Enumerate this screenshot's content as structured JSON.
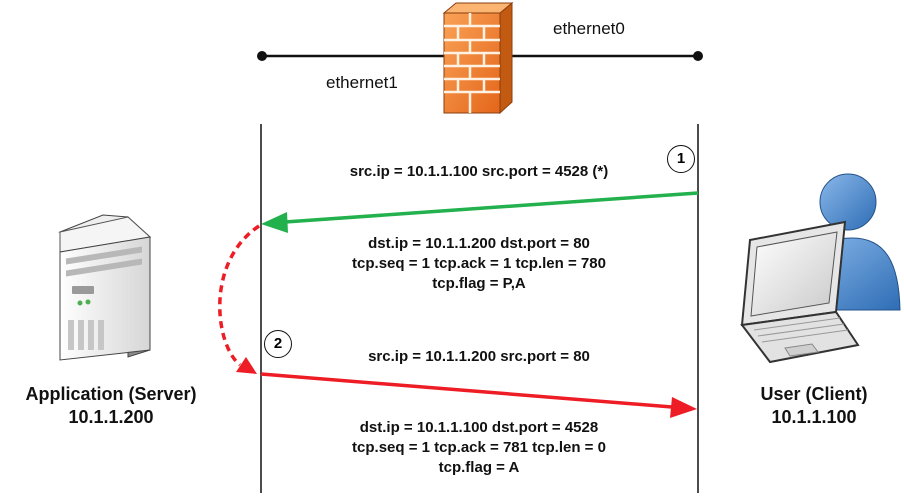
{
  "network": {
    "iface_left": "ethernet1",
    "iface_right": "ethernet0"
  },
  "hosts": {
    "server": {
      "name": "Application (Server)",
      "ip": "10.1.1.200"
    },
    "client": {
      "name": "User (Client)",
      "ip": "10.1.1.100"
    }
  },
  "packets": [
    {
      "step": "1",
      "src": "src.ip = 10.1.1.100 src.port = 4528 (*)",
      "dst": "dst.ip = 10.1.1.200 dst.port = 80",
      "tcp": "tcp.seq = 1 tcp.ack = 1 tcp.len = 780",
      "flag": "tcp.flag = P,A",
      "color": "#22b14c"
    },
    {
      "step": "2",
      "src": "src.ip = 10.1.1.200 src.port = 80",
      "dst": "dst.ip = 10.1.1.100 dst.port = 4528",
      "tcp": "tcp.seq = 1 tcp.ack = 781 tcp.len = 0",
      "flag": "tcp.flag = A",
      "color": "#ee1c24"
    }
  ],
  "colors": {
    "inbound_arrow": "#22b14c",
    "outbound_arrow": "#ee1c24",
    "processing_curve": "#ee1c24",
    "firewall_brick": "#f47c20",
    "client_person": "#4a86c8"
  },
  "icons": {
    "firewall": "firewall-icon",
    "server": "server-tower-icon",
    "client": "user-laptop-icon"
  }
}
